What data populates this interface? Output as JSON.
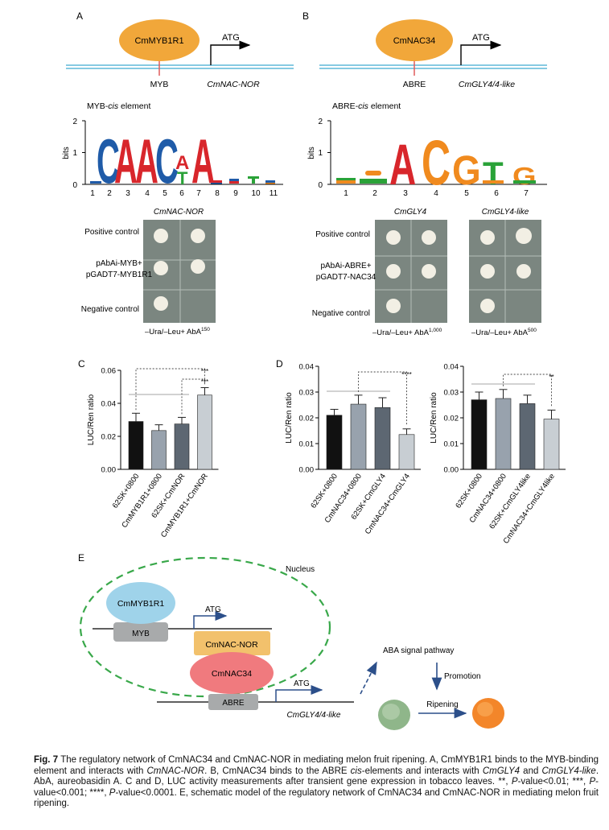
{
  "panelA": {
    "letter": "A",
    "protein": "CmMYB1R1",
    "atg": "ATG",
    "element": "MYB",
    "gene": "CmNAC-NOR",
    "motif_title": "MYB-",
    "motif_title_cis": "cis",
    "motif_title_end": " element",
    "logo_letters": [
      "C",
      "A",
      "A",
      "C",
      "A",
      "A"
    ],
    "logo_small": "T",
    "positions": [
      "1",
      "2",
      "3",
      "4",
      "5",
      "6",
      "7",
      "8",
      "9",
      "10",
      "11"
    ],
    "yticks": [
      "0",
      "1",
      "2"
    ],
    "ylabel": "bits",
    "y2h_gene": "CmNAC-NOR",
    "row_pos": "Positive control",
    "row_mid1": "pAbAi-MYB+",
    "row_mid2": "pGADT7-MYB1R1",
    "row_neg": "Negative control",
    "media": "–Ura/–Leu+ AbA",
    "media_sup": "150"
  },
  "panelB": {
    "letter": "B",
    "protein": "CmNAC34",
    "atg": "ATG",
    "element": "ABRE",
    "gene": "CmGLY4/4-like",
    "motif_title": "ABRE-",
    "motif_title_cis": "cis",
    "motif_title_end": " element",
    "logo_letters": [
      "A",
      "C",
      "G",
      "T",
      "G"
    ],
    "positions": [
      "1",
      "2",
      "3",
      "4",
      "5",
      "6",
      "7"
    ],
    "yticks": [
      "0",
      "1",
      "2"
    ],
    "ylabel": "bits",
    "y2h_gene1": "CmGLY4",
    "y2h_gene2": "CmGLY4-like",
    "row_pos": "Positive control",
    "row_mid1": "pAbAi-ABRE+",
    "row_mid2": "pGADT7-NAC34",
    "row_neg": "Negative control",
    "media1": "–Ura/–Leu+ AbA",
    "media1_sup": "1,000",
    "media2": "–Ura/–Leu+ AbA",
    "media2_sup": "500"
  },
  "panelC_letter": "C",
  "panelD_letter": "D",
  "panelE": {
    "letter": "E",
    "nucleus": "Nucleus",
    "myb_protein": "CmMYB1R1",
    "myb_box": "MYB",
    "atg1": "ATG",
    "nacnor": "CmNAC-NOR",
    "nac34": "CmNAC34",
    "abre_box": "ABRE",
    "atg2": "ATG",
    "gly_gene": "CmGLY4/4-like",
    "aba_pathway": "ABA signal pathway",
    "promotion": "Promotion",
    "ripening": "Ripening"
  },
  "caption": {
    "fig_label": "Fig. 7",
    "t1": " The regulatory network of CmNAC34 and CmNAC-NOR in mediating melon fruit ripening. A, CmMYB1R1 binds to the MYB-binding element and interacts with ",
    "t1_i": "CmNAC-NOR",
    "t2": ". B, CmNAC34 binds to the ABRE ",
    "t2_i": "cis",
    "t3": "-elements and interacts with ",
    "t3_i1": "CmGLY4",
    "t4": " and ",
    "t4_i": "CmGLY4-like",
    "t5": ". AbA, aureobasidin A. C and D, LUC activity measurements after transient gene expression in tobacco leaves. **, ",
    "p1": "P",
    "t6": "-value<0.01; ***, ",
    "p2": "P",
    "t7": "-value<0.001; ****, ",
    "p3": "P",
    "t8": "-value<0.0001. E, schematic model of the regulatory network of CmNAC34 and CmNAC-NOR in mediating melon fruit ripening."
  },
  "chart_data": [
    {
      "type": "bar",
      "panel": "C",
      "categories": [
        "62SK+0800",
        "CmMYB1R1+0800",
        "62SK+CmNOR",
        "CmMYB1R1+CmNOR"
      ],
      "values": [
        0.029,
        0.0235,
        0.0275,
        0.045
      ],
      "errors": [
        0.005,
        0.0035,
        0.004,
        0.0045
      ],
      "colors": [
        "#111111",
        "#98a2ad",
        "#5d6772",
        "#c8ced3"
      ],
      "ylabel": "LUC/Ren ratio",
      "ylim": [
        0,
        0.06
      ],
      "yticks": [
        "0.00",
        "0.02",
        "0.04",
        "0.06"
      ],
      "significance": [
        "***",
        "***"
      ]
    },
    {
      "type": "bar",
      "panel": "D-left",
      "categories": [
        "62SK+0800",
        "CmNAC34+0800",
        "62SK+CmGLY4",
        "CmNAC34+CmGLY4"
      ],
      "values": [
        0.021,
        0.0253,
        0.024,
        0.0135
      ],
      "errors": [
        0.0023,
        0.0035,
        0.0038,
        0.0022
      ],
      "colors": [
        "#111111",
        "#98a2ad",
        "#5d6772",
        "#c8ced3"
      ],
      "ylabel": "LUC/Ren ratio",
      "ylim": [
        0,
        0.04
      ],
      "yticks": [
        "0.00",
        "0.01",
        "0.02",
        "0.03",
        "0.04"
      ],
      "significance": [
        "****"
      ]
    },
    {
      "type": "bar",
      "panel": "D-right",
      "categories": [
        "62SK+0800",
        "CmNAC34+0800",
        "62SK+CmGLY4like",
        "CmNAC34+CmGLY4like"
      ],
      "values": [
        0.027,
        0.0275,
        0.0255,
        0.0195
      ],
      "errors": [
        0.003,
        0.0035,
        0.0033,
        0.0035
      ],
      "colors": [
        "#111111",
        "#98a2ad",
        "#5d6772",
        "#c8ced3"
      ],
      "ylabel": "LUC/Ren ratio",
      "ylim": [
        0,
        0.04
      ],
      "yticks": [
        "0.00",
        "0.01",
        "0.02",
        "0.03",
        "0.04"
      ],
      "significance": [
        "**"
      ]
    }
  ]
}
